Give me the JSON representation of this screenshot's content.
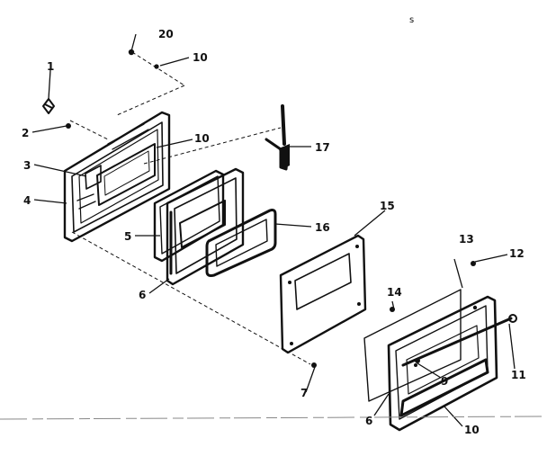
{
  "callouts": {
    "c1": "1",
    "c2": "2",
    "c3": "3",
    "c4": "4",
    "c5": "5",
    "c6a": "6",
    "c6b": "6",
    "c7": "7",
    "c9": "9",
    "c10a": "10",
    "c10b": "10",
    "c10c": "10",
    "c11": "11",
    "c12": "12",
    "c13": "13",
    "c14": "14",
    "c15": "15",
    "c16": "16",
    "c17": "17",
    "c20": "20"
  },
  "corner_mark": "s"
}
